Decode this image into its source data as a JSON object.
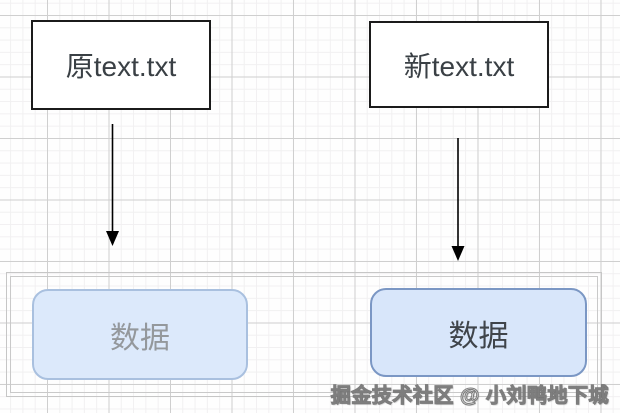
{
  "diagram": {
    "nodes": {
      "source_file": "原text.txt",
      "new_file": "新text.txt",
      "source_data": "数据",
      "new_data": "数据"
    },
    "watermark": "掘金技术社区 @ 小刘鸭地下城",
    "colors": {
      "file_box_border": "#1b1b1b",
      "data_box_fill": "#dce9fb",
      "source_data_border": "#a9c0df",
      "new_data_border": "#7b97c4",
      "source_data_text": "#94989c",
      "new_data_text": "#3f444a",
      "file_text": "#3a4045",
      "arrow": "#000000",
      "container_border": "#c6c6c6",
      "grid_minor": "#f1f0f1",
      "grid_major": "#cfcfcf"
    }
  }
}
